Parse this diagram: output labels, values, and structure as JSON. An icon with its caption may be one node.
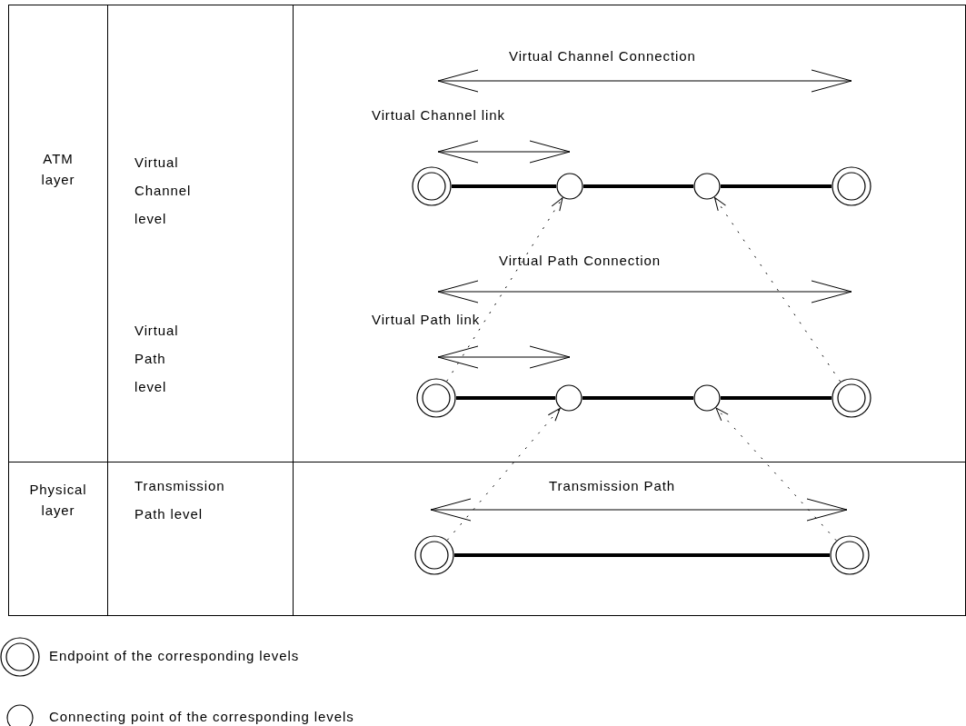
{
  "diagram": {
    "nodes": [
      {
        "text": [
          "ATM layer"
        ]
      },
      {
        "text": [
          "Virtual Channel level"
        ]
      },
      {
        "text": [
          "Virtual Path level"
        ]
      },
      {
        "text": [
          "Physical layer"
        ]
      },
      {
        "text": [
          "Transmission Path level"
        ]
      },
      {
        "text": [],
        "shape": "ring"
      },
      {
        "text": [],
        "shape": "circle"
      },
      {
        "text": [],
        "shape": "circle"
      },
      {
        "text": [],
        "shape": "ring"
      },
      {
        "text": [],
        "shape": "ring"
      },
      {
        "text": [],
        "shape": "circle"
      },
      {
        "text": [],
        "shape": "circle"
      },
      {
        "text": [],
        "shape": "ring"
      },
      {
        "text": [],
        "shape": "ring"
      },
      {
        "text": [],
        "shape": "ring"
      }
    ],
    "edges": [
      {
        "from": 5,
        "to": 6,
        "arrow": "none"
      },
      {
        "from": 6,
        "to": 7,
        "arrow": "none"
      },
      {
        "from": 7,
        "to": 8,
        "arrow": "none"
      },
      {
        "from": 9,
        "to": 10,
        "arrow": "none"
      },
      {
        "from": 10,
        "to": 11,
        "arrow": "none"
      },
      {
        "from": 11,
        "to": 12,
        "arrow": "none"
      },
      {
        "from": 13,
        "to": 14,
        "arrow": "none"
      },
      {
        "from": 9,
        "to": 6,
        "arrow": "to",
        "style": "dashed"
      },
      {
        "from": 12,
        "to": 7,
        "arrow": "to",
        "style": "dashed"
      },
      {
        "from": 13,
        "to": 10,
        "arrow": "to",
        "style": "dashed"
      },
      {
        "from": 14,
        "to": 11,
        "arrow": "to",
        "style": "dashed"
      }
    ],
    "labels": [
      "Virtual Channel Connection",
      "Virtual Channel link",
      "Virtual Path Connection",
      "Virtual Path link",
      "Transmission Path"
    ],
    "legend": [
      {
        "text": "Endpoint of the corresponding levels"
      },
      {
        "text": "Connecting point of the corresponding levels"
      }
    ]
  }
}
